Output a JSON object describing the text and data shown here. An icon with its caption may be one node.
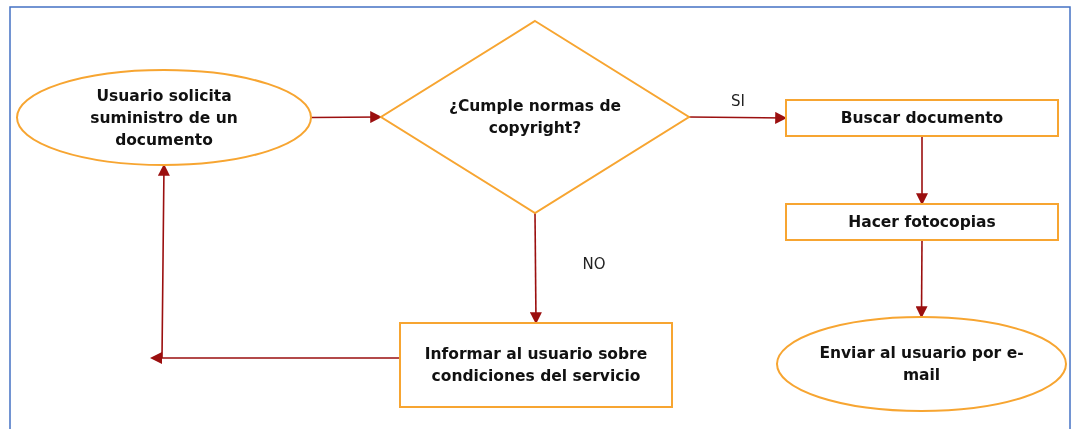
{
  "diagram": {
    "nodes": [
      {
        "text": [
          "Usuario solicita suministro de un documento"
        ]
      },
      {
        "text": [
          "¿Cumple normas de copyright?"
        ]
      },
      {
        "text": [
          "Buscar documento"
        ]
      },
      {
        "text": [
          "Hacer fotocopias"
        ]
      },
      {
        "text": [
          "Enviar al usuario por e-mail"
        ]
      },
      {
        "text": [
          "Informar al usuario sobre condiciones del servicio"
        ]
      }
    ],
    "edges": [
      {
        "from": 0,
        "to": 1,
        "arrow": "to"
      },
      {
        "from": 1,
        "to": 2,
        "arrow": "to",
        "label": "SI"
      },
      {
        "from": 1,
        "to": 5,
        "arrow": "to",
        "label": "NO"
      },
      {
        "from": 2,
        "to": 3,
        "arrow": "to"
      },
      {
        "from": 3,
        "to": 4,
        "arrow": "to"
      },
      {
        "from": 5,
        "to": 0,
        "arrow": "to"
      }
    ]
  }
}
